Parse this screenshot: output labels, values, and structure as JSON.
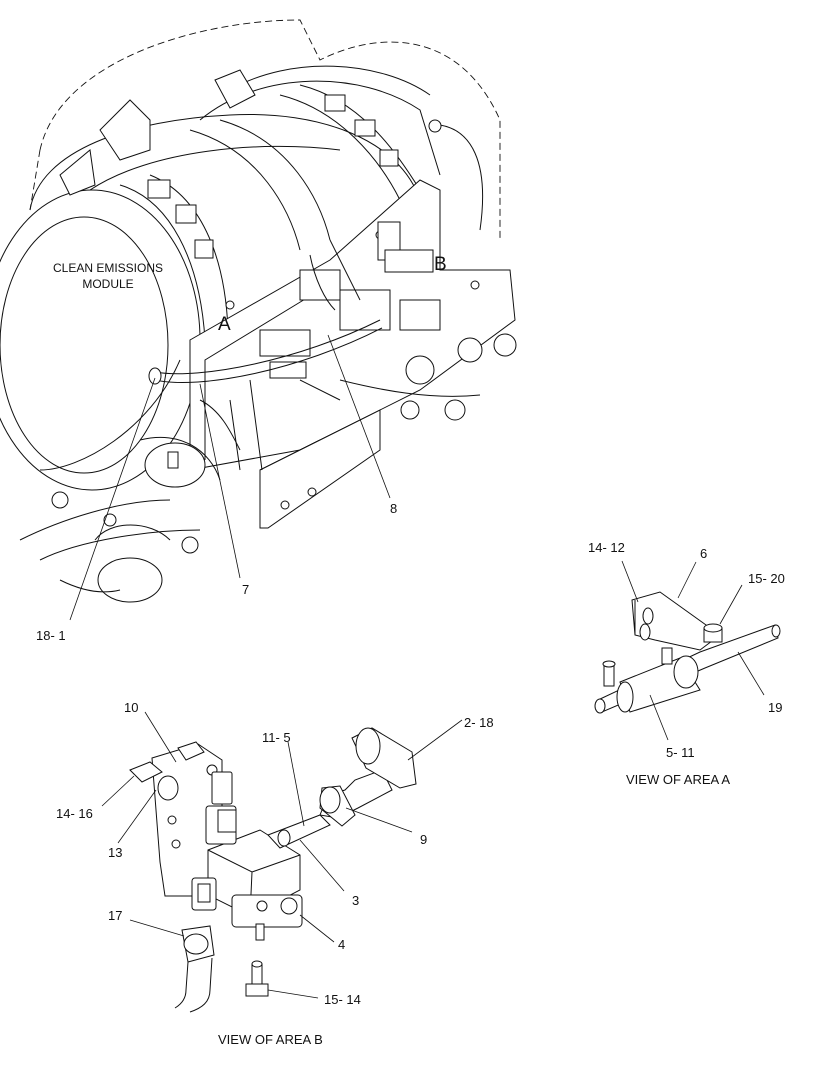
{
  "module_label": {
    "line1": "CLEAN EMISSIONS",
    "line2": "MODULE"
  },
  "area_refs": {
    "a": "A",
    "b": "B"
  },
  "main_callouts": {
    "c8": "8",
    "c7": "7",
    "c18_1": "18- 1"
  },
  "area_a": {
    "title": "VIEW OF AREA  A",
    "callouts": {
      "c14_12": "14- 12",
      "c6": "6",
      "c15_20": "15- 20",
      "c19": "19",
      "c5_11": "5- 11"
    }
  },
  "area_b": {
    "title": "VIEW OF AREA  B",
    "callouts": {
      "c10": "10",
      "c11_5": "11- 5",
      "c2_18": "2- 18",
      "c14_16": "14- 16",
      "c13": "13",
      "c9": "9",
      "c3": "3",
      "c17": "17",
      "c4": "4",
      "c15_14": "15- 14"
    }
  }
}
